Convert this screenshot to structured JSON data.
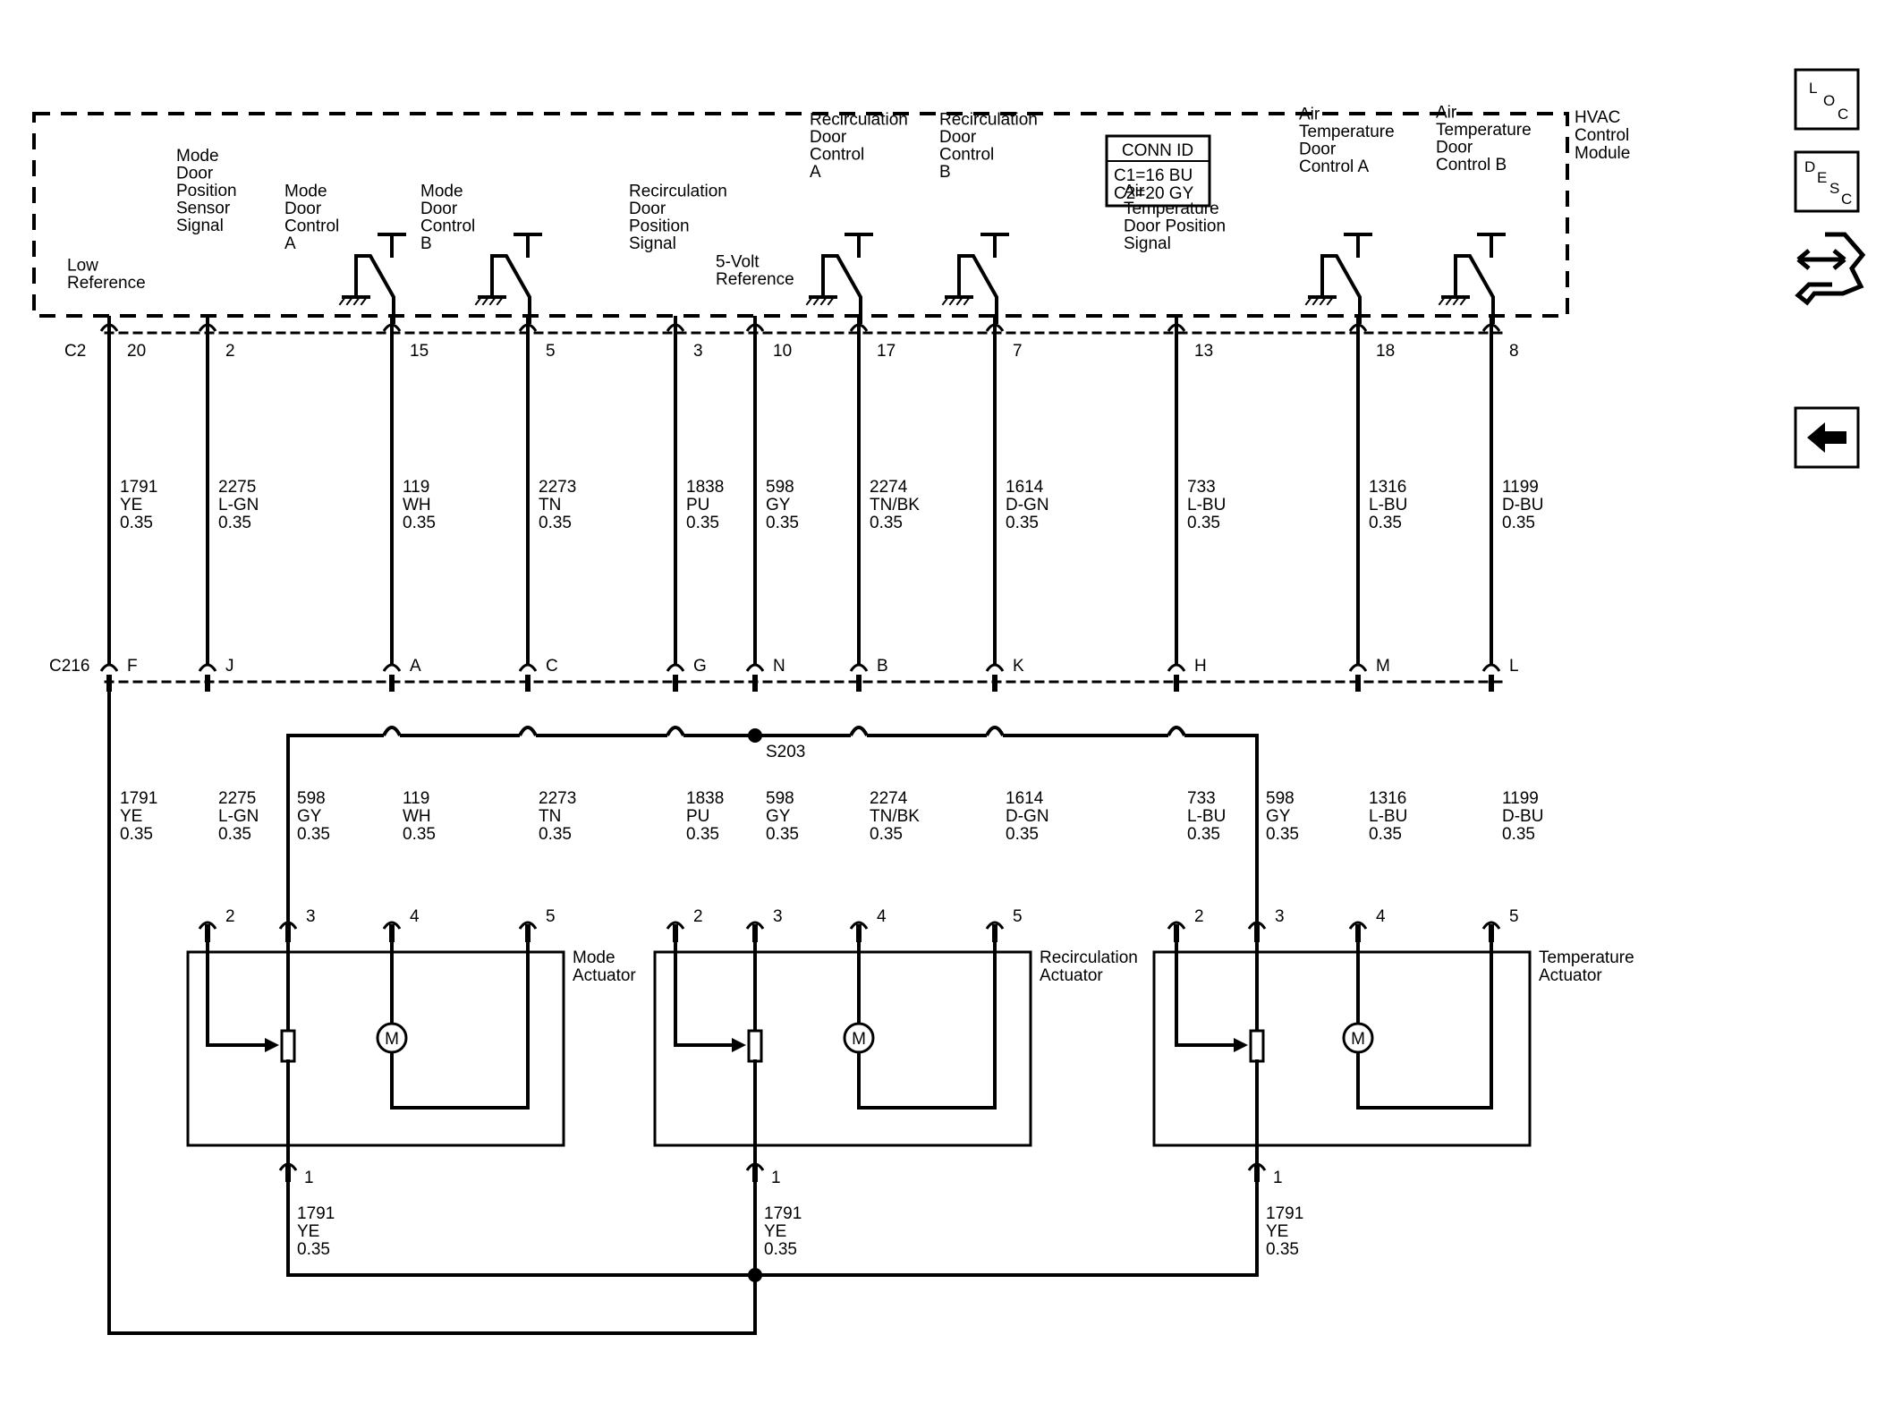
{
  "module": {
    "name_lines": [
      "HVAC",
      "Control",
      "Module"
    ],
    "conn_id_title": "CONN ID",
    "conn_id_lines": [
      "C1=16 BU",
      "C2=20 GY"
    ]
  },
  "connectors": {
    "c2": "C2",
    "c216": "C216"
  },
  "circuits": [
    {
      "label": [
        "Low",
        "Reference"
      ],
      "c2_pin": "20",
      "c216_pin": "F",
      "wire": [
        "1791",
        "YE",
        "0.35"
      ],
      "wire_lower": [
        "1791",
        "YE",
        "0.35"
      ]
    },
    {
      "label": [
        "Mode",
        "Door",
        "Position",
        "Sensor",
        "Signal"
      ],
      "c2_pin": "2",
      "c216_pin": "J",
      "wire": [
        "2275",
        "L-GN",
        "0.35"
      ],
      "wire_lower": [
        "2275",
        "L-GN",
        "0.35"
      ]
    },
    {
      "label": [
        "Mode",
        "Door",
        "Control",
        "A"
      ],
      "c2_pin": "15",
      "c216_pin": "A",
      "wire": [
        "119",
        "WH",
        "0.35"
      ],
      "wire_lower": [
        "119",
        "WH",
        "0.35"
      ]
    },
    {
      "label": [
        "Mode",
        "Door",
        "Control",
        "B"
      ],
      "c2_pin": "5",
      "c216_pin": "C",
      "wire": [
        "2273",
        "TN",
        "0.35"
      ],
      "wire_lower": [
        "2273",
        "TN",
        "0.35"
      ]
    },
    {
      "label": [
        "Recirculation",
        "Door",
        "Position",
        "Signal"
      ],
      "c2_pin": "3",
      "c216_pin": "G",
      "wire": [
        "1838",
        "PU",
        "0.35"
      ],
      "wire_lower": [
        "1838",
        "PU",
        "0.35"
      ]
    },
    {
      "label": [
        "5-Volt",
        "Reference"
      ],
      "c2_pin": "10",
      "c216_pin": "N",
      "wire": [
        "598",
        "GY",
        "0.35"
      ],
      "wire_lower": [
        "598",
        "GY",
        "0.35"
      ]
    },
    {
      "label": [
        "Recirculation",
        "Door",
        "Control",
        "A"
      ],
      "c2_pin": "17",
      "c216_pin": "B",
      "wire": [
        "2274",
        "TN/BK",
        "0.35"
      ],
      "wire_lower": [
        "2274",
        "TN/BK",
        "0.35"
      ]
    },
    {
      "label": [
        "Recirculation",
        "Door",
        "Control",
        "B"
      ],
      "c2_pin": "7",
      "c216_pin": "K",
      "wire": [
        "1614",
        "D-GN",
        "0.35"
      ],
      "wire_lower": [
        "1614",
        "D-GN",
        "0.35"
      ]
    },
    {
      "label": [
        "Air",
        "Temperature",
        "Door Position",
        "Signal"
      ],
      "c2_pin": "13",
      "c216_pin": "H",
      "wire": [
        "733",
        "L-BU",
        "0.35"
      ],
      "wire_lower": [
        "733",
        "L-BU",
        "0.35"
      ]
    },
    {
      "label": [
        "Air",
        "Temperature",
        "Door",
        "Control A"
      ],
      "c2_pin": "18",
      "c216_pin": "M",
      "wire": [
        "1316",
        "L-BU",
        "0.35"
      ],
      "wire_lower": [
        "1316",
        "L-BU",
        "0.35"
      ]
    },
    {
      "label": [
        "Air",
        "Temperature",
        "Door",
        "Control B"
      ],
      "c2_pin": "8",
      "c216_pin": "L",
      "wire": [
        "1199",
        "D-BU",
        "0.35"
      ],
      "wire_lower": [
        "1199",
        "D-BU",
        "0.35"
      ]
    }
  ],
  "splice": {
    "name": "S203",
    "branch_wire": [
      "598",
      "GY",
      "0.35"
    ]
  },
  "actuators": [
    {
      "name_lines": [
        "Mode",
        "Actuator"
      ],
      "pins": [
        "2",
        "3",
        "4",
        "5"
      ],
      "ground_pin": "1",
      "ground_wire": [
        "1791",
        "YE",
        "0.35"
      ],
      "motor": "M"
    },
    {
      "name_lines": [
        "Recirculation",
        "Actuator"
      ],
      "pins": [
        "2",
        "3",
        "4",
        "5"
      ],
      "ground_pin": "1",
      "ground_wire": [
        "1791",
        "YE",
        "0.35"
      ],
      "motor": "M"
    },
    {
      "name_lines": [
        "Temperature",
        "Actuator"
      ],
      "pins": [
        "2",
        "3",
        "4",
        "5"
      ],
      "ground_pin": "1",
      "ground_wire": [
        "1791",
        "YE",
        "0.35"
      ],
      "motor": "M"
    }
  ],
  "side_icons": [
    {
      "name": "loc-icon",
      "letters": [
        "L",
        "O",
        "C"
      ]
    },
    {
      "name": "desc-icon",
      "letters": [
        "D",
        "E",
        "S",
        "C"
      ]
    },
    {
      "name": "connector-tool-icon"
    },
    {
      "name": "back-arrow-icon"
    }
  ]
}
